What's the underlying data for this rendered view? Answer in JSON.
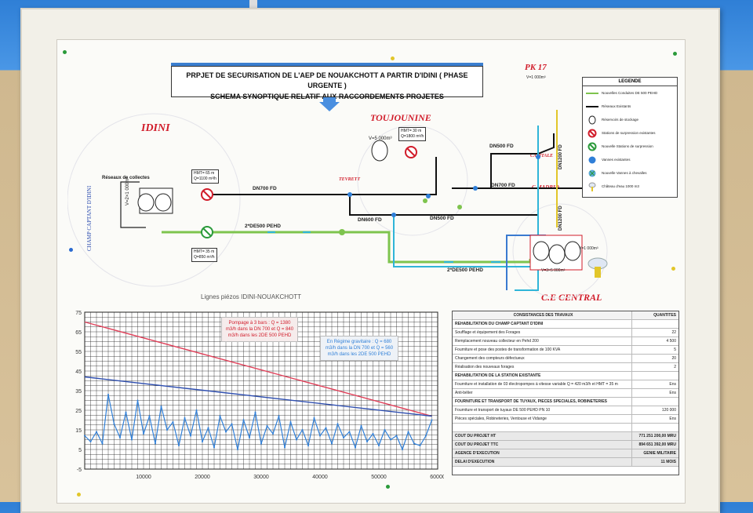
{
  "title": {
    "line1": "PRPJET DE SECURISATION DE L'AEP DE NOUAKCHOTT A PARTIR D'IDINI ( PHASE URGENTE )",
    "line2": "SCHEMA SYNOPTIQUE RELATIF AUX RACCORDEMENTS PROJETES"
  },
  "sites": {
    "idini": "IDINI",
    "toujounine": "TOUJOUNINE",
    "pk17": "PK 17",
    "ce_central": "C.E CENTRAL",
    "teyarett": "TEVRETT",
    "capitale": "CAPITALE",
    "cmadrid": "C.MADRID",
    "champ_captant": "CHAMP CAPTANT D'IDINI"
  },
  "labels": {
    "reseau_collecte": "Réseaux de collectes",
    "v_idini": "V=2×1 000m³",
    "v_toujounine": "V=5 000m³",
    "v_pk17": "V=1 000m³",
    "v_central": "V=3×5 000m³",
    "hmt_idini_1": "HMT= 65 m",
    "q_idini_1": "Q=1100 m³/h",
    "hmt_idini_2": "HMT= 35 m",
    "q_idini_2": "Q=850 m³/h",
    "hmt_touj": "HMT= 30 m",
    "q_touj": "Q=1800 m³/h",
    "dn700_1": "DN700  FD",
    "dn700_2": "DN700  FD",
    "dn600": "DN600  FD",
    "dn500_1": "DN500  FD",
    "dn500_2": "DN500  FD",
    "pehd_1": "2*DE500  PEHD",
    "pehd_2": "2*DE500  PEHD",
    "dn1200_1": "DN1200  FD",
    "dn1200_2": "DN1200  FD",
    "v_central_small": "V=1 000m³"
  },
  "legend": {
    "header": "LEGENDE",
    "items": [
      {
        "label": "Nouvelles Conduites DE 500 PEHD",
        "symbol": "line-green"
      },
      {
        "label": "Réseaux Existants",
        "symbol": "line-black"
      },
      {
        "label": "Réservoirs de stockage",
        "symbol": "tank-icon"
      },
      {
        "label": "Stations de surpression existantes",
        "symbol": "red-circle-icon"
      },
      {
        "label": "Nouvelle Stations de surpression",
        "symbol": "green-circle-icon"
      },
      {
        "label": "Vannes existantes",
        "symbol": "blue-valve-icon"
      },
      {
        "label": "Nouvelle Vannes à chevalles",
        "symbol": "green-valve-icon"
      },
      {
        "label": "Château d'eau 1000 m3",
        "symbol": "water-tower-icon"
      }
    ]
  },
  "chart_title": "Lignes piézos IDINI-NOUAKCHOTT",
  "callouts": {
    "pompage": "Pompage à 3 bars : Q = 1380 m3/h dans la DN 700 et Q = 840 m3/h dans les 2DE 500 PEHD",
    "gravitaire": "En Régime gravitaire : Q = 680 m3/h dans la DN 700 et Q = 560 m3/h dans les 2DE 500 PEHD"
  },
  "chart_data": {
    "type": "line",
    "title": "Lignes piézos IDINI-NOUAKCHOTT",
    "xlabel": "",
    "ylabel": "",
    "xlim": [
      0,
      60000
    ],
    "ylim": [
      -5,
      75
    ],
    "x_ticks": [
      10000,
      20000,
      30000,
      40000,
      50000,
      60000
    ],
    "y_ticks": [
      75,
      65,
      55,
      45,
      35,
      25,
      15,
      5,
      -5
    ],
    "grid": true,
    "series": [
      {
        "name": "",
        "color": "#e0415a",
        "x": [
          0,
          59000
        ],
        "y": [
          70,
          22
        ]
      },
      {
        "name": "",
        "color": "#2f4fb0",
        "x": [
          0,
          59000
        ],
        "y": [
          42,
          22
        ]
      },
      {
        "name": "",
        "color": "#2f7fd8",
        "x": [
          0,
          1000,
          2000,
          3000,
          4000,
          5000,
          6000,
          7000,
          8000,
          9000,
          10000,
          11000,
          12000,
          13000,
          14000,
          15000,
          16000,
          17000,
          18000,
          19000,
          20000,
          21000,
          22000,
          23000,
          24000,
          25000,
          26000,
          27000,
          28000,
          29000,
          30000,
          31000,
          32000,
          33000,
          34000,
          35000,
          36000,
          37000,
          38000,
          39000,
          40000,
          41000,
          42000,
          43000,
          44000,
          45000,
          46000,
          47000,
          48000,
          49000,
          50000,
          51000,
          52000,
          53000,
          54000,
          55000,
          56000,
          57000,
          58000,
          59000
        ],
        "y": [
          12,
          9,
          14,
          8,
          33,
          18,
          11,
          24,
          10,
          30,
          13,
          22,
          8,
          27,
          15,
          19,
          7,
          21,
          12,
          25,
          9,
          16,
          6,
          22,
          14,
          18,
          5,
          20,
          11,
          24,
          8,
          17,
          13,
          22,
          6,
          19,
          10,
          15,
          7,
          21,
          12,
          16,
          8,
          18,
          11,
          14,
          6,
          17,
          9,
          13,
          7,
          15,
          10,
          12,
          5,
          14,
          8,
          7,
          12,
          20
        ]
      }
    ]
  },
  "table": {
    "header_left": "CONSISTANCES DES TRAVAUX",
    "header_right": "QUANTITES",
    "rows": [
      {
        "l": "REHABILITATION DU CHAMP CAPTANT D'IDINI",
        "r": "",
        "bold": true
      },
      {
        "l": "Soufflage et équipement des Forages",
        "r": "22"
      },
      {
        "l": "Remplacement nouveau collecteur en Pehd 200",
        "r": "4 500"
      },
      {
        "l": "Fourniture et pose des postes de transformation de 100 KVA",
        "r": "5"
      },
      {
        "l": "Changement des compteurs défectueux",
        "r": "20"
      },
      {
        "l": "Réalisation des nouveaux forages",
        "r": "2"
      },
      {
        "l": "REHABILITATION DE LA STATION EXISTANTE",
        "r": "",
        "bold": true
      },
      {
        "l": "Fourniture et installation de 03 électropompes à vitesse variable Q = 420 m3/h et HMT = 35 m",
        "r": "Ens"
      },
      {
        "l": "Anti-bélier",
        "r": "Ens"
      },
      {
        "l": "FOURNITURE ET TRANSPORT DE TUYAUX, PIECES SPECIALES, ROBINETERIES",
        "r": "",
        "bold": true
      },
      {
        "l": "Fourniture et transport de tuyaux DE 500 PEHD PN 10",
        "r": "120 000"
      },
      {
        "l": "Pièces spéciales, Robineteries, Ventouse et Vidange",
        "r": "Ens"
      },
      {
        "l": "",
        "r": ""
      },
      {
        "l": "COUT DU PROJET  HT",
        "r": "771 251 200,00 MRU",
        "dark": true
      },
      {
        "l": "COUT DU PROJET  TTC",
        "r": "894 651 392,00 MRU",
        "dark": true
      },
      {
        "l": "AGENCE D'EXECUTION",
        "r": "GENIE MILITAIRE",
        "dark": true
      },
      {
        "l": "DELAI D'EXECUTION",
        "r": "11 MOIS",
        "dark": true
      }
    ]
  }
}
